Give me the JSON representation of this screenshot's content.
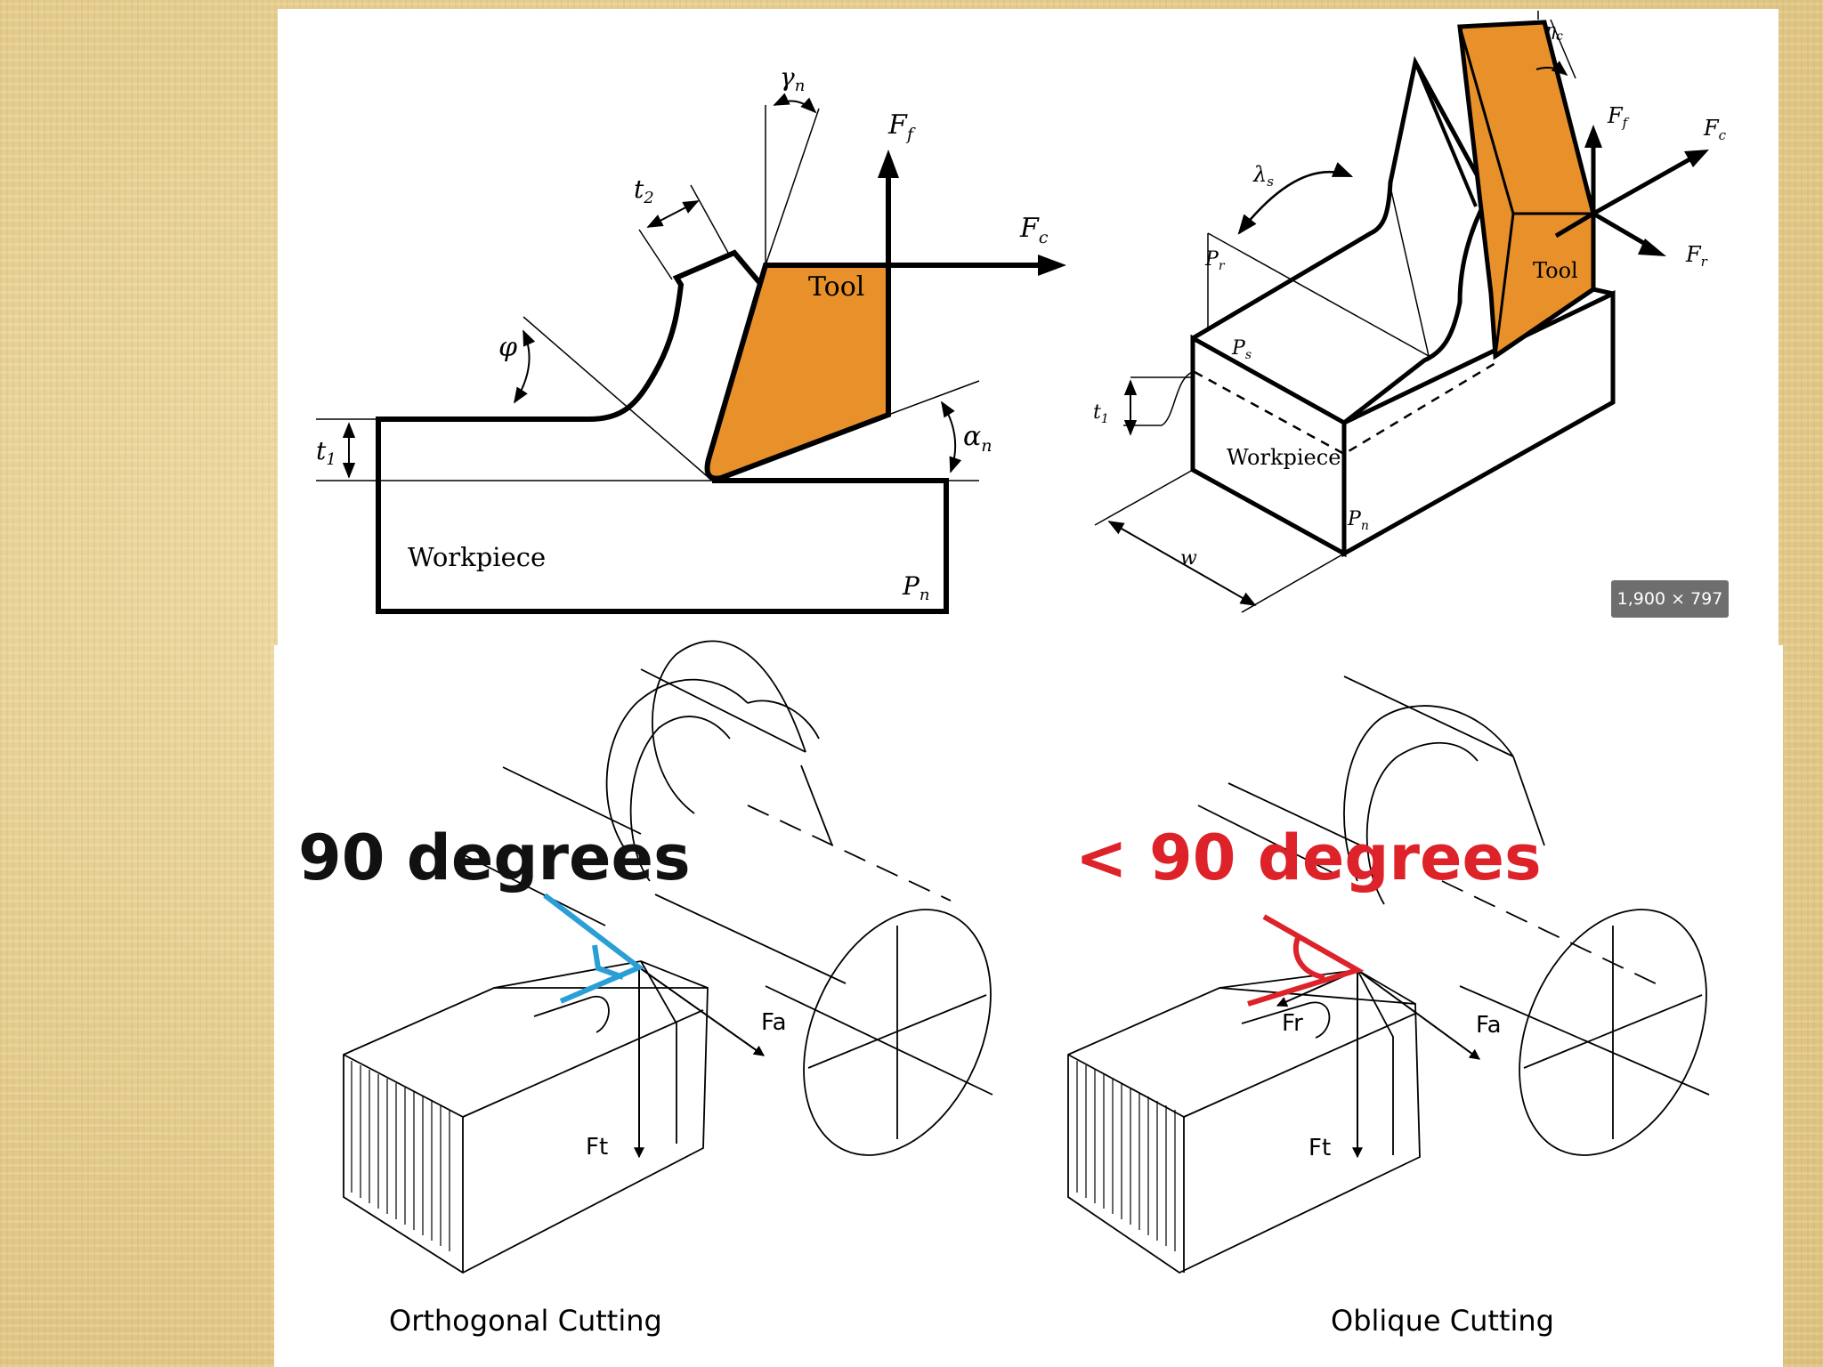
{
  "orthogonal_2d": {
    "label_tool": "Tool",
    "label_workpiece": "Workpiece",
    "label_gamma": "γ",
    "label_gamma_sub": "n",
    "label_ff": "F",
    "label_ff_sub": "f",
    "label_fc": "F",
    "label_fc_sub": "c",
    "label_t2": "t",
    "label_t2_sub": "2",
    "label_t1": "t",
    "label_t1_sub": "1",
    "label_phi": "φ",
    "label_alpha": "α",
    "label_alpha_sub": "n",
    "label_pn": "P",
    "label_pn_sub": "n"
  },
  "oblique_3d": {
    "label_tool": "Tool",
    "label_workpiece": "Workpiece",
    "label_eta": "η",
    "label_eta_sub": "c",
    "label_lambda": "λ",
    "label_lambda_sub": "s",
    "label_ff": "F",
    "label_ff_sub": "f",
    "label_fc": "F",
    "label_fc_sub": "c",
    "label_fr": "F",
    "label_fr_sub": "r",
    "label_pr": "P",
    "label_pr_sub": "r",
    "label_ps": "P",
    "label_ps_sub": "s",
    "label_pn": "P",
    "label_pn_sub": "n",
    "label_t1": "t",
    "label_t1_sub": "1",
    "label_w": "w"
  },
  "image_size_badge": "1,900 × 797",
  "orthogonal_iso": {
    "heading": "90 degrees",
    "label_fa": "Fa",
    "label_ft": "Ft",
    "caption": "Orthogonal Cutting"
  },
  "oblique_iso": {
    "heading": "< 90 degrees",
    "label_fa": "Fa",
    "label_fr": "Fr",
    "label_ft": "Ft",
    "caption": "Oblique Cutting"
  },
  "colors": {
    "tool_fill": "#e8912a",
    "right_angle_marker": "#2a9fd6",
    "oblique_marker": "#dd2229",
    "oblique_heading": "#dd2229"
  }
}
